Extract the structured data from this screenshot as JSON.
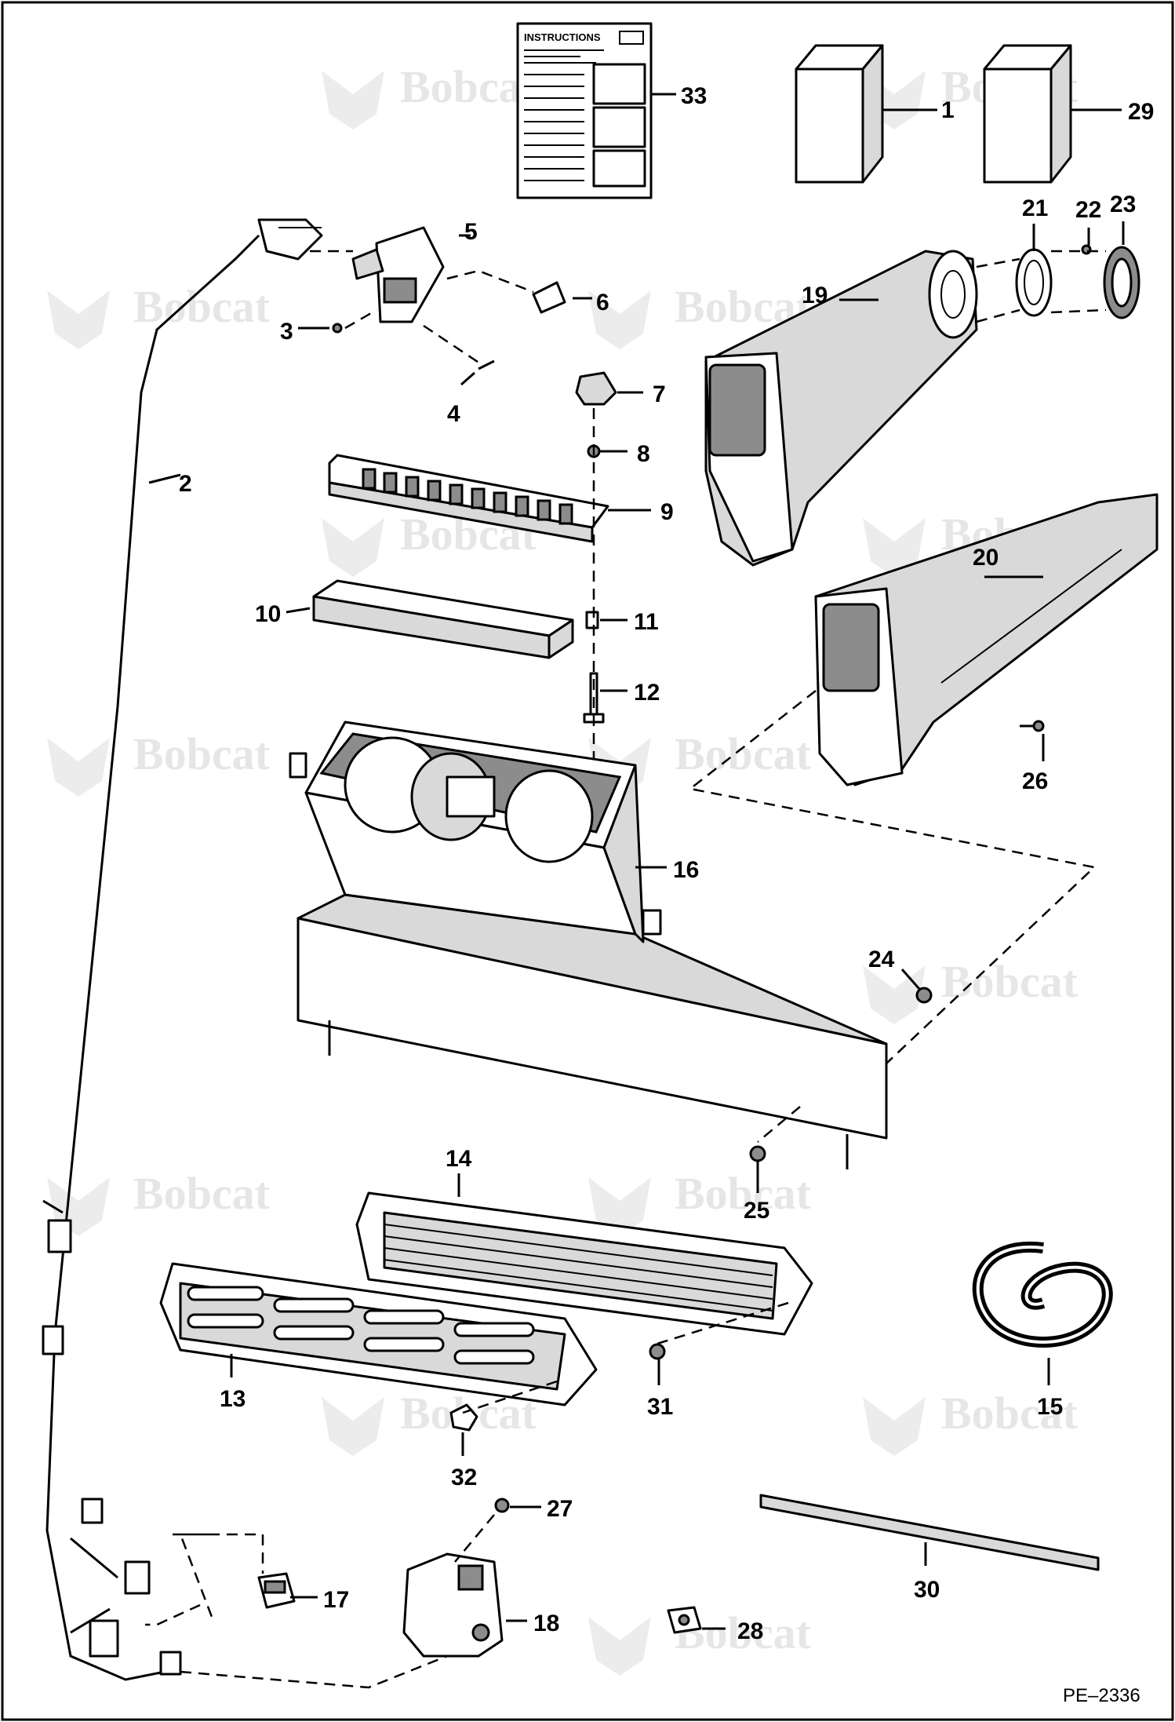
{
  "diagram": {
    "instruction_sheet_title": "INSTRUCTIONS",
    "drawing_code": "PE–2336",
    "watermark_text": "Bobcat",
    "callouts": [
      "1",
      "2",
      "3",
      "4",
      "5",
      "6",
      "7",
      "8",
      "9",
      "10",
      "11",
      "12",
      "13",
      "14",
      "15",
      "16",
      "17",
      "18",
      "19",
      "20",
      "21",
      "22",
      "23",
      "24",
      "25",
      "26",
      "27",
      "28",
      "29",
      "30",
      "31",
      "32",
      "33"
    ]
  },
  "colors": {
    "line": "#000000",
    "watermark": "#e6e6e6",
    "shade": "#d9d9d9"
  }
}
